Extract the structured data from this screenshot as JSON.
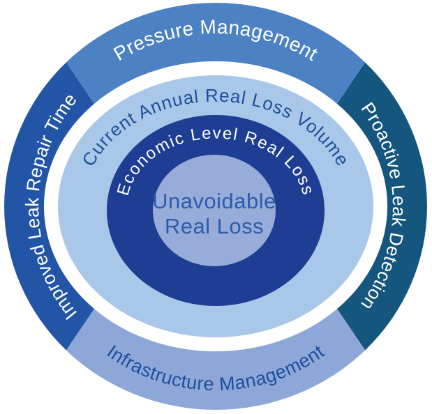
{
  "diagram": {
    "background": "#ffffff",
    "outer_ring": {
      "segments": [
        {
          "id": "pressure-management",
          "label": "Pressure Management",
          "position": "top",
          "color": "#4c82c3",
          "label_color": "#ffffff"
        },
        {
          "id": "proactive-leak-detection",
          "label": "Proactive Leak Detection",
          "position": "right",
          "color": "#15567e",
          "label_color": "#ffffff"
        },
        {
          "id": "infrastructure-management",
          "label": "Infrastructure Management",
          "position": "bottom",
          "color": "#8da8d8",
          "label_color": "#1f4e9c"
        },
        {
          "id": "improved-leak-repair-time",
          "label": "Improved Leak Repair Time",
          "position": "left",
          "color": "#2355a6",
          "label_color": "#ffffff"
        }
      ]
    },
    "inner_rings": [
      {
        "id": "current-annual-real-loss-volume",
        "label": "Current Annual Real Loss Volume",
        "color": "#a9c7e8",
        "label_color": "#1f4e9c"
      },
      {
        "id": "economic-level-real-loss",
        "label": "Economic Level Real Loss",
        "color": "#1e3e93",
        "label_color": "#ffffff"
      }
    ],
    "center_circle": {
      "id": "unavoidable-real-loss",
      "label_line1": "Unavoidable",
      "label_line2": "Real Loss",
      "color": "#98acd9",
      "label_color": "#2d5cac"
    }
  }
}
